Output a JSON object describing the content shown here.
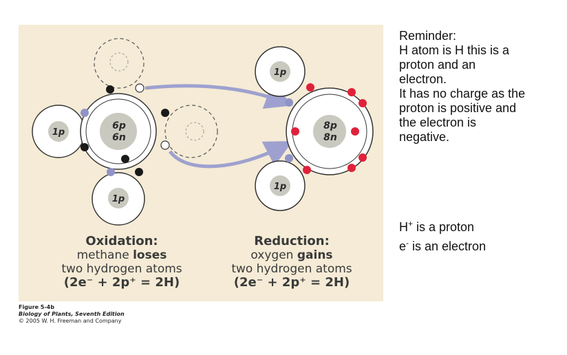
{
  "diagram": {
    "left_molecule": {
      "carbon_nucleus": {
        "protons": "6p",
        "neutrons": "6n"
      },
      "hydrogen_nuclei": [
        "1p",
        "1p"
      ]
    },
    "right_molecule": {
      "oxygen_nucleus": {
        "protons": "8p",
        "neutrons": "8n"
      },
      "hydrogen_nuclei": [
        "1p",
        "1p"
      ]
    },
    "colors": {
      "panel": "#f5ebd6",
      "nucleus": "#c9c9c0",
      "carbon_electron": "#1a1a1a",
      "hydrogen_electron": "#8f93c6",
      "oxygen_electron": "#e0213a",
      "arrow": "#9ea1cf"
    }
  },
  "captions": {
    "left": {
      "title": "Oxidation:",
      "line2_pre": "methane ",
      "line2_bold": "loses",
      "line3": "two hydrogen atoms",
      "line4": "(2e⁻ + 2p⁺ = 2H)"
    },
    "right": {
      "title": "Reduction:",
      "line2_pre": "oxygen ",
      "line2_bold": "gains",
      "line3": "two hydrogen atoms",
      "line4": "(2e⁻ + 2p⁺ = 2H)"
    }
  },
  "credits": {
    "figure": "Figure 5-4b",
    "book": "Biology of Plants, Seventh Edition",
    "copyright": "© 2005 W. H. Freeman and Company"
  },
  "notes": {
    "lines": [
      "Reminder:",
      "H atom is H this is a",
      "proton and an",
      "electron.",
      "It has no charge as the",
      "proton is positive and",
      "the electron is",
      "negative."
    ]
  },
  "definitions": {
    "proton_symbol": "H",
    "proton_sup": "+",
    "proton_text": " is a proton",
    "electron_symbol": "e",
    "electron_sup": "-",
    "electron_text": " is an electron"
  }
}
